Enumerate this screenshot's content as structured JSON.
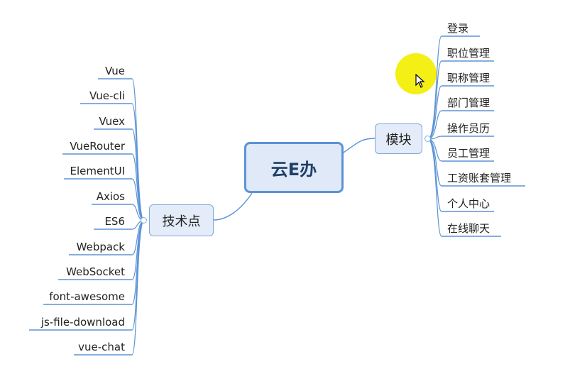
{
  "mindmap": {
    "center": "云E办",
    "right_branch": {
      "label": "模块",
      "items": [
        "登录",
        "职位管理",
        "职称管理",
        "部门管理",
        "操作员历",
        "员工管理",
        "工资账套管理",
        "个人中心",
        "在线聊天"
      ]
    },
    "left_branch": {
      "label": "技术点",
      "items": [
        "Vue",
        "Vue-cli",
        "Vuex",
        "VueRouter",
        "ElementUI",
        "Axios",
        "ES6",
        "Webpack",
        "WebSocket",
        "font-awesome",
        "js-file-download",
        "vue-chat"
      ]
    }
  },
  "colors": {
    "line": "#5b93d6",
    "node_fill": "#e3ecf8",
    "center_border": "#5b93d6",
    "highlight": "#f3ee00"
  },
  "icons": [
    "collapse-icon",
    "cursor-icon"
  ]
}
